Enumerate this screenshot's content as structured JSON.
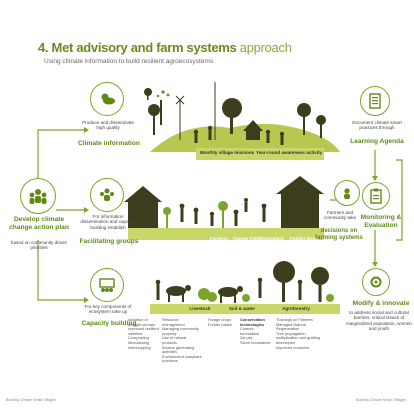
{
  "title": {
    "main": "4. Met advisory and farm systems",
    "light": " approach"
  },
  "subtitle": "Using climate information to build resilient agroecosystems",
  "left": {
    "plan_heading": "Develop climate change action plan",
    "plan_sub": "based on community driven priorities"
  },
  "steps": {
    "climate": {
      "pre": "Produce and disseminate high quality",
      "heading": "Climate information"
    },
    "groups": {
      "pre": "For information dissemination and capacity building establish",
      "heading": "Facilitating groups"
    },
    "capacity": {
      "pre": "For key components of ecosystem take up",
      "heading": "Capacity building"
    }
  },
  "bands": {
    "top": [
      "Monthly village missions",
      "Year-round awareness activity"
    ],
    "middle": [
      "Farmers Councils",
      "Farmer Field Schools",
      "Innovation Platforms",
      "Fodder Bank Committees"
    ],
    "bottom": [
      "Livestock",
      "Soil & water",
      "Agroforestry"
    ]
  },
  "lists": {
    "col1": [
      "Adoption of drought cereals",
      "Improved resilient varieties",
      "Composting",
      "Microdosing",
      "Intercropping"
    ],
    "col2": [
      "Resource management",
      "Managing community property",
      "Use of natural products",
      "Income generating activities",
      "Environment compliant practices"
    ],
    "col3": [
      "Forage crops",
      "Fodder banks"
    ],
    "col4_head": "Conservation technologies",
    "col4": [
      "Contour boundaries",
      "Zai pits",
      "Stone boundaries"
    ],
    "col5": [
      "Trainings on Farmers' Managed Natural Regeneration",
      "Tree propagation, multiplication and grafting techniques",
      "Improved nurseries"
    ]
  },
  "right": {
    "decision_pre": "Farmers and community take",
    "decision_heading": "decisions on farming systems",
    "learning_pre": "Document climate smart practices through",
    "learning_heading": "Learning Agenda",
    "monitoring_heading": "Monitoring & Evaluation",
    "modify_heading": "Modify & innovate",
    "modify_sub": "to address social and cultural barriers, critical issues of marginalized population, women and youth"
  },
  "footer": {
    "left": "Building Climate Smart Villages",
    "right": "Building Climate Smart Villages"
  },
  "colors": {
    "accent": "#7aa52a",
    "band": "#c9d66a",
    "dark": "#3d3d1e"
  }
}
